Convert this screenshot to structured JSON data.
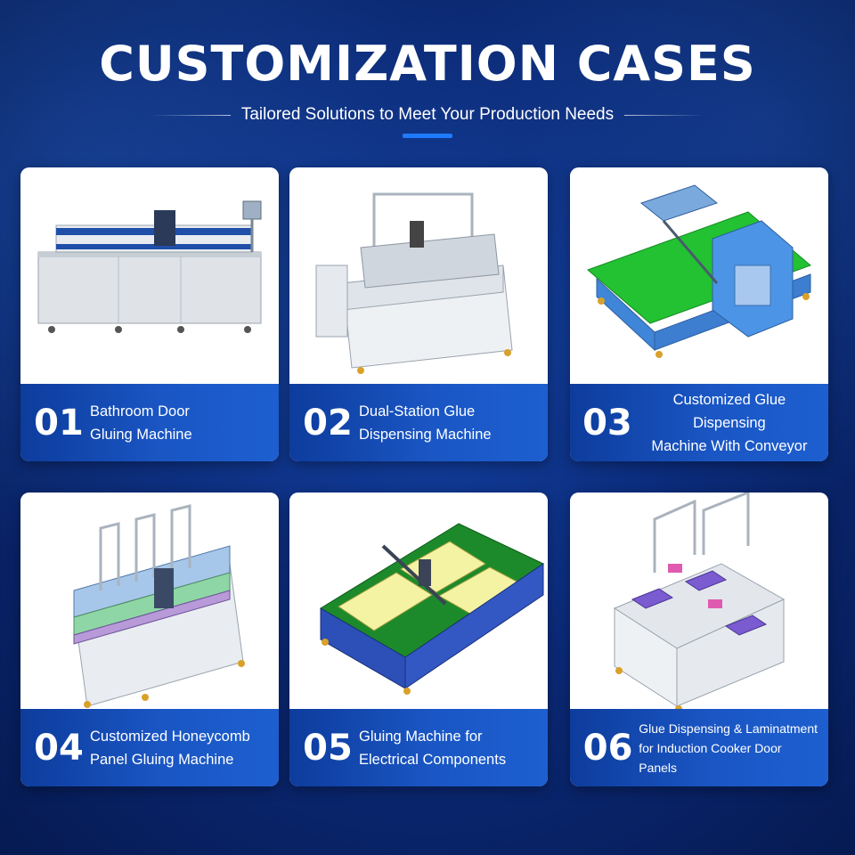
{
  "header": {
    "title": "CUSTOMIZATION CASES",
    "subtitle": "Tailored Solutions to Meet Your Production Needs"
  },
  "colors": {
    "background": "#0b2a78",
    "card_footer": "#1a56c4",
    "accent": "#1e7bff",
    "text": "#ffffff"
  },
  "cases": [
    {
      "number": "01",
      "line1": "Bathroom Door",
      "line2": "Gluing Machine",
      "image": "machine-illustration"
    },
    {
      "number": "02",
      "line1": "Dual-Station Glue",
      "line2": "Dispensing Machine",
      "image": "machine-illustration"
    },
    {
      "number": "03",
      "line1": "Customized Glue Dispensing",
      "line2": "Machine With Conveyor",
      "image": "machine-illustration"
    },
    {
      "number": "04",
      "line1": "Customized Honeycomb",
      "line2": "Panel Gluing Machine",
      "image": "machine-illustration"
    },
    {
      "number": "05",
      "line1": "Gluing Machine for",
      "line2": "Electrical Components",
      "image": "machine-illustration"
    },
    {
      "number": "06",
      "line1": "Glue Dispensing & Laminatment",
      "line2": "for Induction Cooker Door Panels",
      "image": "machine-illustration"
    }
  ]
}
